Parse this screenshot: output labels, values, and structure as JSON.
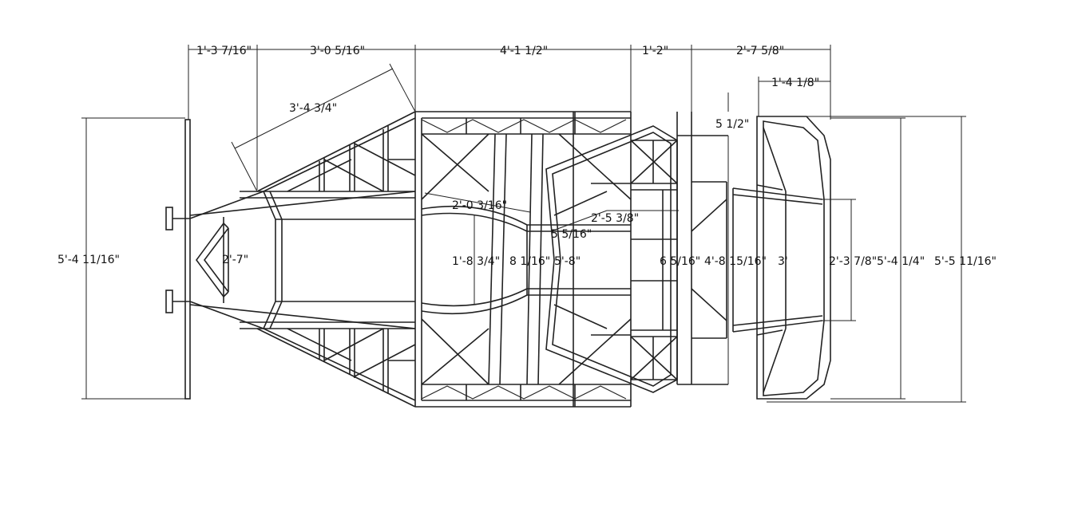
{
  "drawing": {
    "dimensions": {
      "top_1": "1'-3 7/16\"",
      "top_2": "3'-0 5/16\"",
      "top_3": "4'-1 1/2\"",
      "top_4": "1'-2\"",
      "top_5": "2'-7 5/8\"",
      "top_6": "1'-4 1/8\"",
      "diag_front": "3'-4 3/4\"",
      "left_overall": "5'-4 11/16\"",
      "front_width": "2'-7\"",
      "cockpit_diag_a": "2'-0 3/16\"",
      "cockpit_diag_b": "2'-5 3/8\"",
      "cockpit_diag_c": "5 5/16\"",
      "tunnel_a": "1'-8 3/4\"",
      "tunnel_b": "8 1/16\"",
      "cockpit_width": "5'-8\"",
      "rear_gap": "6 5/16\"",
      "rear_height": "4'-8 15/16\"",
      "rear_small": "5 1/2\"",
      "rear_3": "3'",
      "rear_inner": "2'-3 7/8\"",
      "rear_width_1": "5'-4 1/4\"",
      "rear_width_2": "5'-5 11/16\""
    }
  }
}
